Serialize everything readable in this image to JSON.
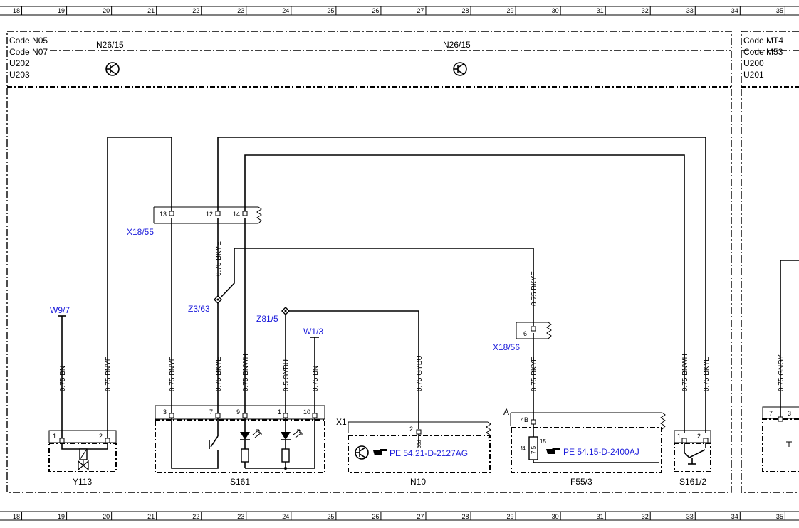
{
  "grid": {
    "columns": [
      "18",
      "19",
      "20",
      "21",
      "22",
      "23",
      "24",
      "25",
      "26",
      "27",
      "28",
      "29",
      "30",
      "31",
      "32",
      "33",
      "34",
      "35"
    ]
  },
  "codes_left": [
    "Code N05",
    "Code N07",
    "U202",
    "U203"
  ],
  "codes_right": [
    "Code MT4",
    "Code M53",
    "U200",
    "U201"
  ],
  "ecu_labels": [
    "N26/15",
    "N26/15"
  ],
  "connectors": {
    "x18_55": {
      "label": "X18/55",
      "pins": [
        "13",
        "12",
        "14"
      ]
    },
    "x18_56": {
      "label": "X18/56",
      "pins": [
        "6"
      ]
    }
  },
  "points": {
    "w9_7": "W9/7",
    "z3_63": "Z3/63",
    "z81_5": "Z81/5",
    "w1_3": "W1/3"
  },
  "wires": [
    "0.75 BN",
    "0.75 BNYE",
    "0.75 BNYE",
    "0.75 BKYE",
    "0.75 BNWH",
    "0.5 GYBU",
    "0.75 BN",
    "0.75 GYBU",
    "0.75 BKYE",
    "0.75 BNWH",
    "0.75 BKYE",
    "0.75 GNGY",
    "0.75 BKYE",
    "0.75 BKYE"
  ],
  "components": {
    "y113": {
      "label": "Y113",
      "pins": [
        "1",
        "2"
      ]
    },
    "s161": {
      "label": "S161",
      "pins": [
        "3",
        "7",
        "9",
        "1",
        "10"
      ]
    },
    "n10": {
      "label": "N10",
      "connector": "X1",
      "pin": "2",
      "pin_sub": "58d",
      "ref": "PE 54.21-D-2127AG"
    },
    "f55_3": {
      "label": "F55/3",
      "connector": "A",
      "pin": "4B",
      "fuse": "f4",
      "fuse_rating": "7.5",
      "fuse_num": "15",
      "ref": "PE 54.15-D-2400AJ"
    },
    "s161_2": {
      "label": "S161/2",
      "pins": [
        "1",
        "2"
      ]
    },
    "right_partial": {
      "pins": [
        "7",
        "3"
      ]
    }
  },
  "ref_icon": "pointing-hand-icon",
  "ecu_icon": "transistor-icon"
}
